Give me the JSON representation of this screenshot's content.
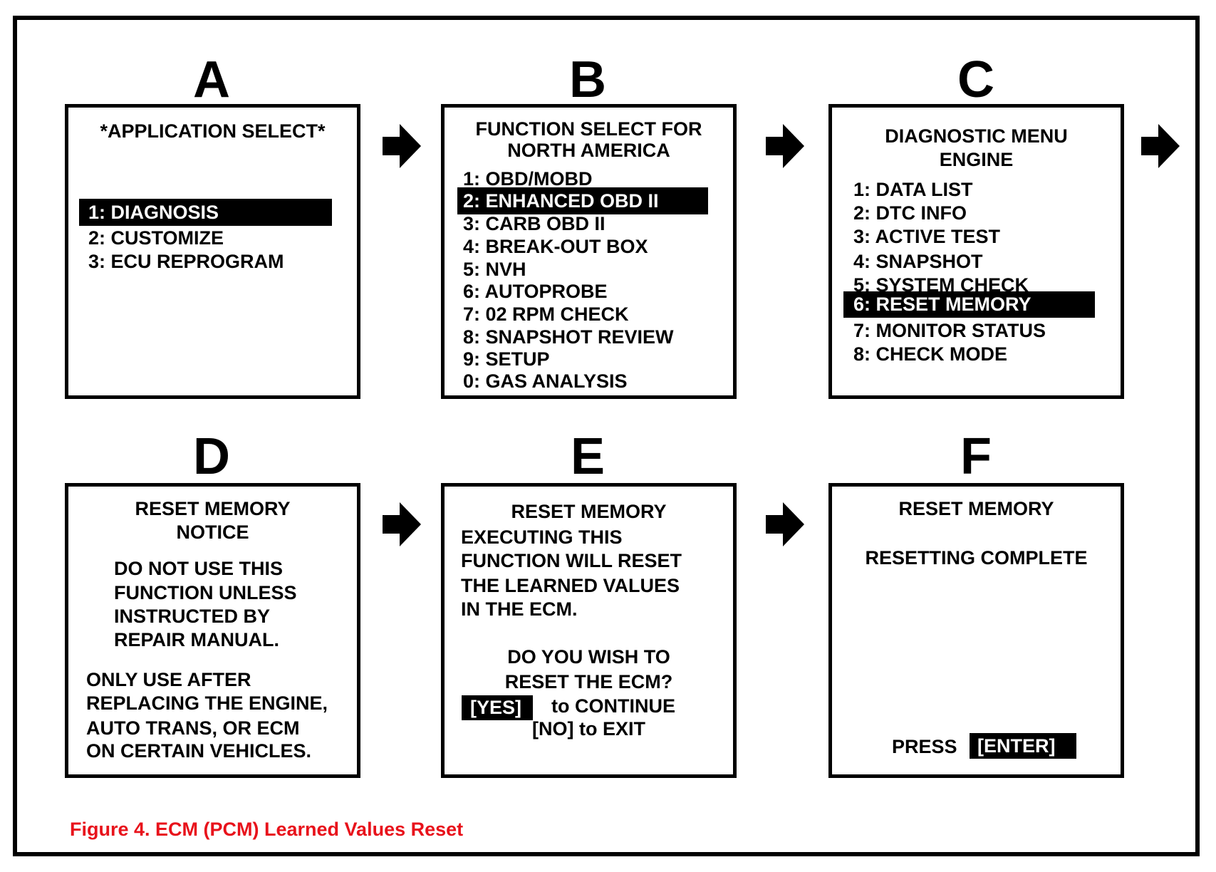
{
  "panels": {
    "a": {
      "letter": "A",
      "title": "*APPLICATION SELECT*",
      "items": [
        "1: DIAGNOSIS",
        "2:  CUSTOMIZE",
        "3:  ECU REPROGRAM"
      ]
    },
    "b": {
      "letter": "B",
      "title_lines": [
        "FUNCTION SELECT FOR",
        "NORTH AMERICA"
      ],
      "items": [
        "1:  OBD/MOBD",
        "2:  ENHANCED OBD II",
        "3:  CARB OBD II",
        "4:  BREAK-OUT BOX",
        "5:  NVH",
        "6:  AUTOPROBE",
        "7:  02 RPM CHECK",
        "8:  SNAPSHOT REVIEW",
        "9:  SETUP",
        "0:  GAS ANALYSIS"
      ]
    },
    "c": {
      "letter": "C",
      "title_lines": [
        "DIAGNOSTIC MENU",
        "ENGINE"
      ],
      "items": [
        "1:  DATA LIST",
        "2:  DTC INFO",
        "3:  ACTIVE TEST",
        "4:  SNAPSHOT",
        "5:  SYSTEM CHECK",
        "6:  RESET MEMORY",
        "7:  MONITOR STATUS",
        "8:  CHECK MODE"
      ]
    },
    "d": {
      "letter": "D",
      "title_lines": [
        "RESET MEMORY",
        "NOTICE"
      ],
      "warning_lines": [
        "DO NOT USE THIS",
        "FUNCTION UNLESS",
        "INSTRUCTED BY",
        "REPAIR MANUAL."
      ],
      "note_lines": [
        "ONLY USE AFTER",
        "REPLACING THE ENGINE,",
        "AUTO TRANS, OR ECM",
        "ON CERTAIN VEHICLES."
      ]
    },
    "e": {
      "letter": "E",
      "title": "RESET MEMORY",
      "body_lines": [
        "EXECUTING THIS",
        "FUNCTION WILL RESET",
        "THE LEARNED VALUES",
        "IN THE ECM."
      ],
      "question_lines": [
        "DO YOU WISH TO",
        "RESET THE ECM?"
      ],
      "yes_key": "[YES]",
      "yes_text": "to CONTINUE",
      "no_line": "[NO] to EXIT"
    },
    "f": {
      "letter": "F",
      "title": "RESET MEMORY",
      "status": "RESETTING COMPLETE",
      "press_label": "PRESS",
      "enter_key": "[ENTER]"
    }
  },
  "caption": "Figure 4. ECM (PCM) Learned Values Reset",
  "colors": {
    "caption": "#e8121b",
    "ink": "#000000",
    "background": "#ffffff"
  },
  "icons": {
    "flow_arrow": "right-arrow-icon"
  }
}
